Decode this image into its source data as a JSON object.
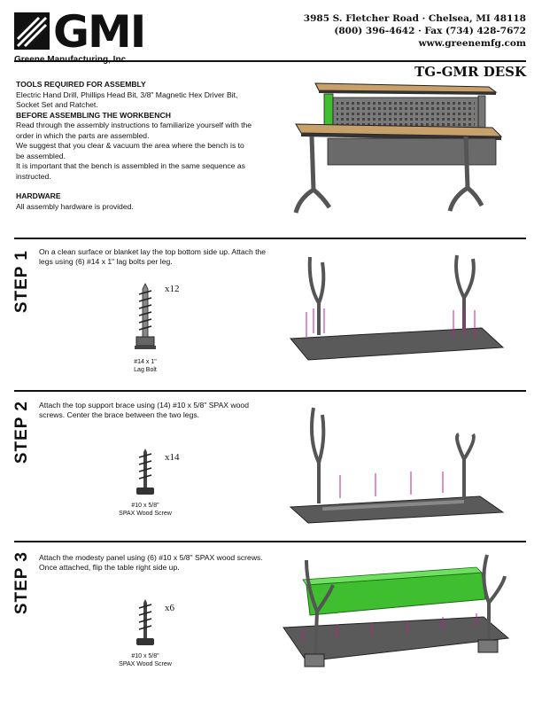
{
  "header": {
    "logo_text": "GMI",
    "company": "Greene Manufacturing, Inc.",
    "address": "3985 S. Fletcher Road · Chelsea, MI  48118",
    "phone": "(800) 396-4642 · Fax (734) 428-7672",
    "website": "www.greenemfg.com",
    "product": "TG-GMR DESK"
  },
  "intro": {
    "tools_heading": "TOOLS REQUIRED FOR ASSEMBLY",
    "tools_text": "Electric Hand Drill, Phillips Head Bit, 3/8\" Magnetic Hex Driver Bit, Socket Set and Ratchet.",
    "before_heading": "BEFORE ASSEMBLING THE WORKBENCH",
    "before_text_1": "Read through the assembly instructions to familiarize yourself with the order in which the parts are assembled.",
    "before_text_2": "We suggest that you clear & vacuum the area where the bench is to be assembled.",
    "before_text_3": "It is important that the bench is assembled in the same sequence as instructed.",
    "hardware_heading": "HARDWARE",
    "hardware_text": "All assembly hardware is provided."
  },
  "steps": [
    {
      "label": "STEP 1",
      "text": "On a clean surface or blanket lay the top bottom side up. Attach the legs using (6) #14 x 1\" lag bolts per leg.",
      "count": "x12",
      "caption_1": "#14 x 1\"",
      "caption_2": "Lag Bolt"
    },
    {
      "label": "STEP 2",
      "text": "Attach the top support brace using (14) #10 x 5/8\" SPAX wood screws.  Center the brace between the two legs.",
      "count": "x14",
      "caption_1": "#10 x 5/8\"",
      "caption_2": "SPAX Wood Screw"
    },
    {
      "label": "STEP 3",
      "text": "Attach the modesty panel using (6) #10 x 5/8\" SPAX wood screws.  Once attached, flip the table right side up.",
      "count": "x6",
      "caption_1": "#10 x 5/8\"",
      "caption_2": "SPAX Wood Screw"
    }
  ],
  "colors": {
    "wood": "#c8a06a",
    "steel": "#5a5a5a",
    "panel": "#3fbf2f",
    "arrow": "#c0208a"
  }
}
